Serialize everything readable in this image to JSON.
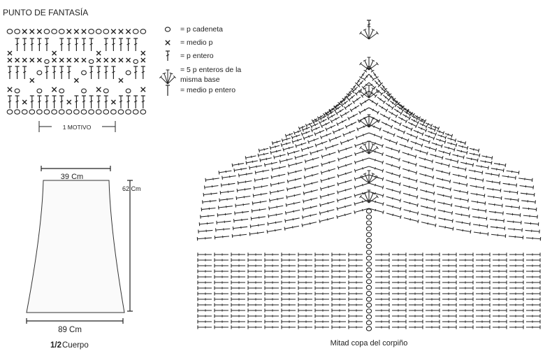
{
  "title": "PUNTO DE FANTASÍA",
  "motif_label": "1 MOTIVO",
  "legend": {
    "items": [
      {
        "symbol": "chain-icon",
        "lines": [
          "= p cadeneta"
        ]
      },
      {
        "symbol": "single-crochet-icon",
        "lines": [
          "= medio p"
        ]
      },
      {
        "symbol": "double-crochet-icon",
        "lines": [
          "= p entero"
        ]
      },
      {
        "symbol": "fan-icon",
        "lines": [
          "= 5 p enteros de la",
          "misma base"
        ]
      },
      {
        "symbol": "half-double-crochet-icon",
        "lines": [
          "= medio p entero"
        ]
      }
    ]
  },
  "schematic": {
    "top_width": "39 Cm",
    "height": "62 Cm",
    "bottom_width": "89 Cm",
    "caption_fraction": "1/2",
    "caption_word": "Cuerpo"
  },
  "cup_chart": {
    "caption": "Mitad copa del corpiño"
  },
  "colors": {
    "ink": "#222222",
    "paper": "#ffffff",
    "panel": "#fafafa"
  }
}
